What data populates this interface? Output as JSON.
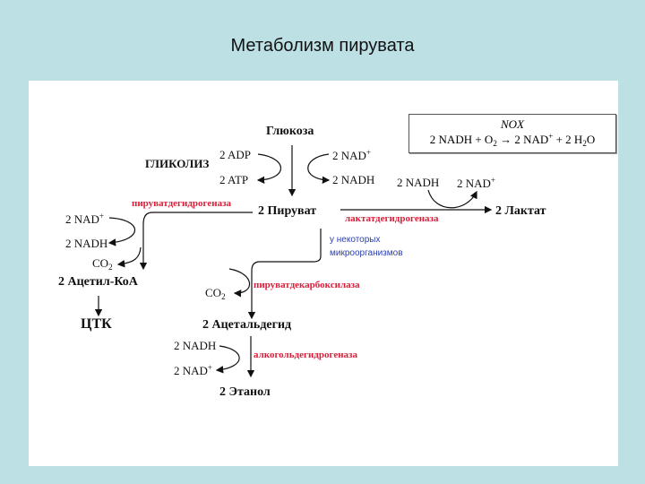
{
  "title": "Метаболизм пирувата",
  "glucose": "Глюкоза",
  "glycolysis": "ГЛИКОЛИЗ",
  "adp": "2 ADP",
  "atp": "2 ATP",
  "nad": "2 NAD",
  "nadh": "2 NADH",
  "plus": "+",
  "pyruvate": "2 Пируват",
  "pdh": "пируватдегидрогеназа",
  "co": "CO",
  "two": "2",
  "acetyl_coa": "2 Ацетил-КоА",
  "tca": "ЦТК",
  "lactate": "2  Лактат",
  "ldh": "лактатдегидрогеназа",
  "micro1": "у некоторых",
  "micro2": "микроорганизмов",
  "pdc": "пируватдекарбоксилаза",
  "acetaldehyde": "2  Ацетальдегид",
  "adh": "алкогольдегидрогеназа",
  "ethanol": "2 Этанол",
  "nox": {
    "label": "NOX",
    "left": "2 NADH + O",
    "arrow": " → ",
    "mid": "2 NAD",
    "right": " + 2 H",
    "o": "O"
  }
}
